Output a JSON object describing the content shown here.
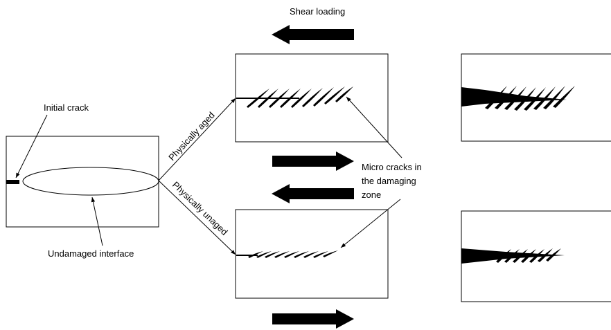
{
  "labels": {
    "shear_loading": "Shear loading",
    "initial_crack": "Initial crack",
    "undamaged_interface": "Undamaged interface",
    "physically_aged": "Physically aged",
    "physically_unaged": "Physically unaged",
    "micro_cracks_line1": "Micro cracks in",
    "micro_cracks_line2": "the damaging",
    "micro_cracks_line3": "zone"
  },
  "colors": {
    "ink": "#000000",
    "background": "#ffffff"
  }
}
